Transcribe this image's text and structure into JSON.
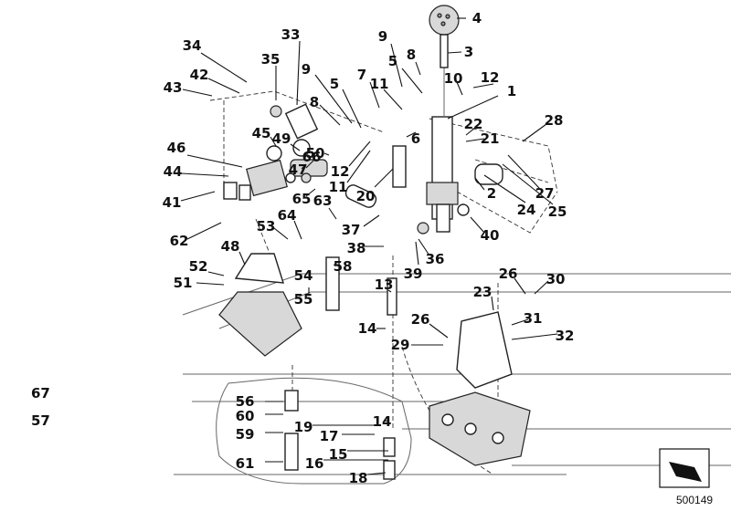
{
  "diagram": {
    "figure_number": "500149",
    "parts": [
      "1",
      "2",
      "3",
      "4",
      "5",
      "5",
      "6",
      "7",
      "8",
      "8",
      "9",
      "9",
      "10",
      "11",
      "11",
      "12",
      "12",
      "13",
      "14",
      "14",
      "15",
      "16",
      "17",
      "18",
      "19",
      "20",
      "21",
      "22",
      "23",
      "24",
      "25",
      "26",
      "26",
      "27",
      "28",
      "29",
      "30",
      "31",
      "32",
      "33",
      "34",
      "35",
      "36",
      "37",
      "38",
      "39",
      "40",
      "41",
      "42",
      "43",
      "44",
      "45",
      "46",
      "47",
      "48",
      "49",
      "50",
      "51",
      "52",
      "53",
      "54",
      "55",
      "56",
      "57",
      "58",
      "59",
      "60",
      "61",
      "62",
      "63",
      "64",
      "65",
      "66",
      "67"
    ],
    "side_labels": [
      "67",
      "57"
    ]
  }
}
